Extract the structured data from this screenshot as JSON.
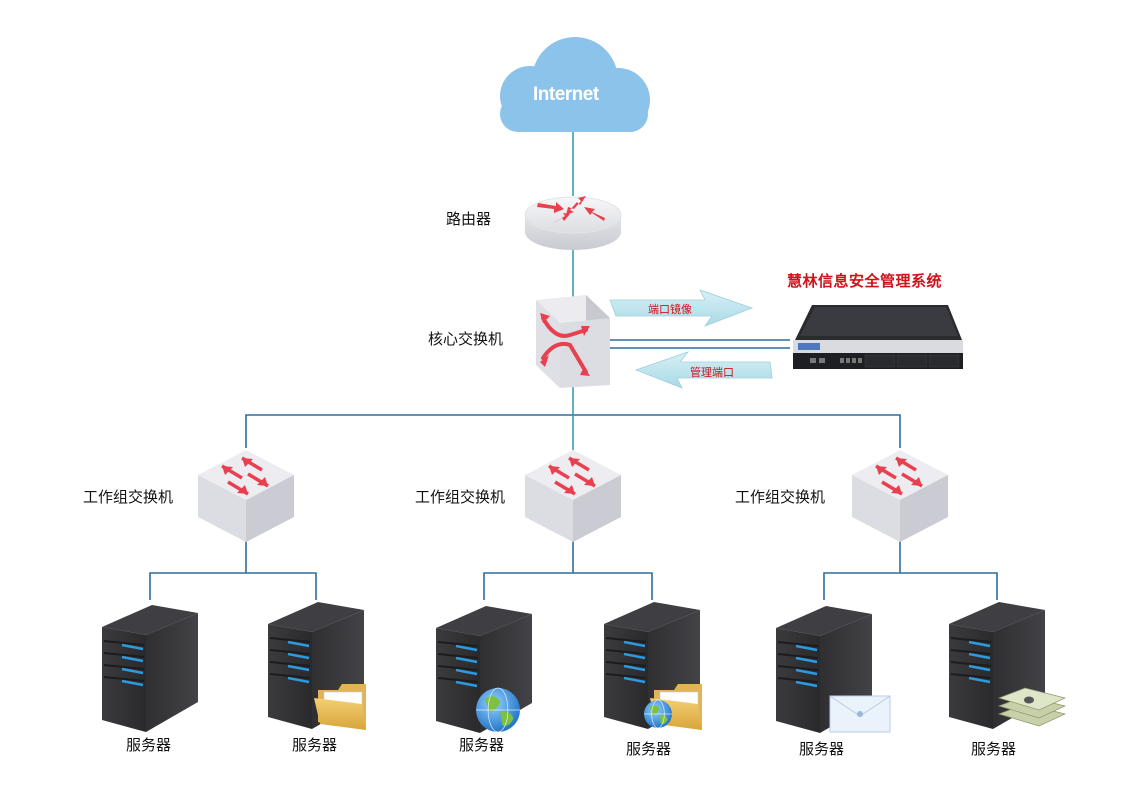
{
  "diagram": {
    "internet": {
      "label": "Internet"
    },
    "router": {
      "label": "路由器"
    },
    "core_switch": {
      "label": "核心交换机"
    },
    "security_system": {
      "title": "慧林信息安全管理系统"
    },
    "links": {
      "port_mirror": "端口镜像",
      "management_port": "管理端口"
    },
    "workgroups": [
      {
        "switch_label": "工作组交换机",
        "servers": [
          {
            "label": "服务器",
            "badge": "none"
          },
          {
            "label": "服务器",
            "badge": "folder"
          }
        ]
      },
      {
        "switch_label": "工作组交换机",
        "servers": [
          {
            "label": "服务器",
            "badge": "globe"
          },
          {
            "label": "服务器",
            "badge": "globe-folder"
          }
        ]
      },
      {
        "switch_label": "工作组交换机",
        "servers": [
          {
            "label": "服务器",
            "badge": "mail"
          },
          {
            "label": "服务器",
            "badge": "money"
          }
        ]
      }
    ],
    "colors": {
      "line": "#2e6d9e",
      "cloud": "#8cc3ea",
      "accent_red": "#e8404f",
      "title_red": "#d0121b",
      "arrow_fill": "#bfe3ee"
    }
  }
}
